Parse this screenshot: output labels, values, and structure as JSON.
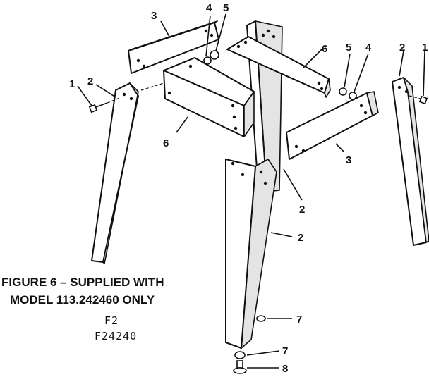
{
  "figure": {
    "caption_line1": "FIGURE 6 – SUPPLIED WITH",
    "caption_line2": "MODEL 113.242460 ONLY",
    "code_line1": "F2",
    "code_line2": "F24240"
  },
  "callouts": {
    "leg": "2",
    "screw": "1",
    "side_rail": "3",
    "lockwasher": "4",
    "nut": "5",
    "end_rail": "6",
    "leveling_nut": "7",
    "leveling_foot": "8"
  },
  "colors": {
    "ink": "#111111",
    "paper": "#ffffff"
  }
}
